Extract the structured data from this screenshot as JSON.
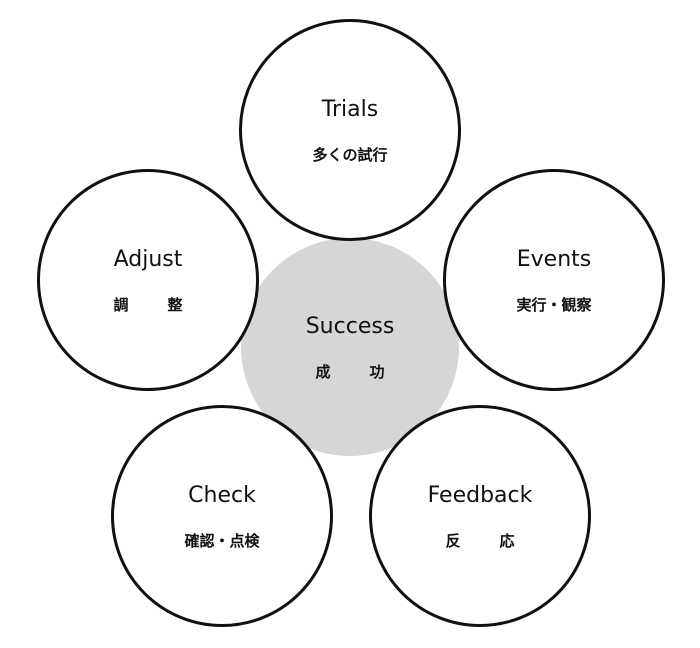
{
  "diagram": {
    "center": {
      "title": "Success",
      "subtitle": "成　功"
    },
    "nodes": [
      {
        "id": "trials",
        "title": "Trials",
        "subtitle": "多くの試行"
      },
      {
        "id": "events",
        "title": "Events",
        "subtitle": "実行・観察"
      },
      {
        "id": "feedback",
        "title": "Feedback",
        "subtitle": "反　応"
      },
      {
        "id": "check",
        "title": "Check",
        "subtitle": "確認・点検"
      },
      {
        "id": "adjust",
        "title": "Adjust",
        "subtitle": "調　整"
      }
    ],
    "colors": {
      "center_fill": "#d6d6d6",
      "node_fill": "#ffffff",
      "stroke": "#111111",
      "text": "#111111"
    }
  }
}
